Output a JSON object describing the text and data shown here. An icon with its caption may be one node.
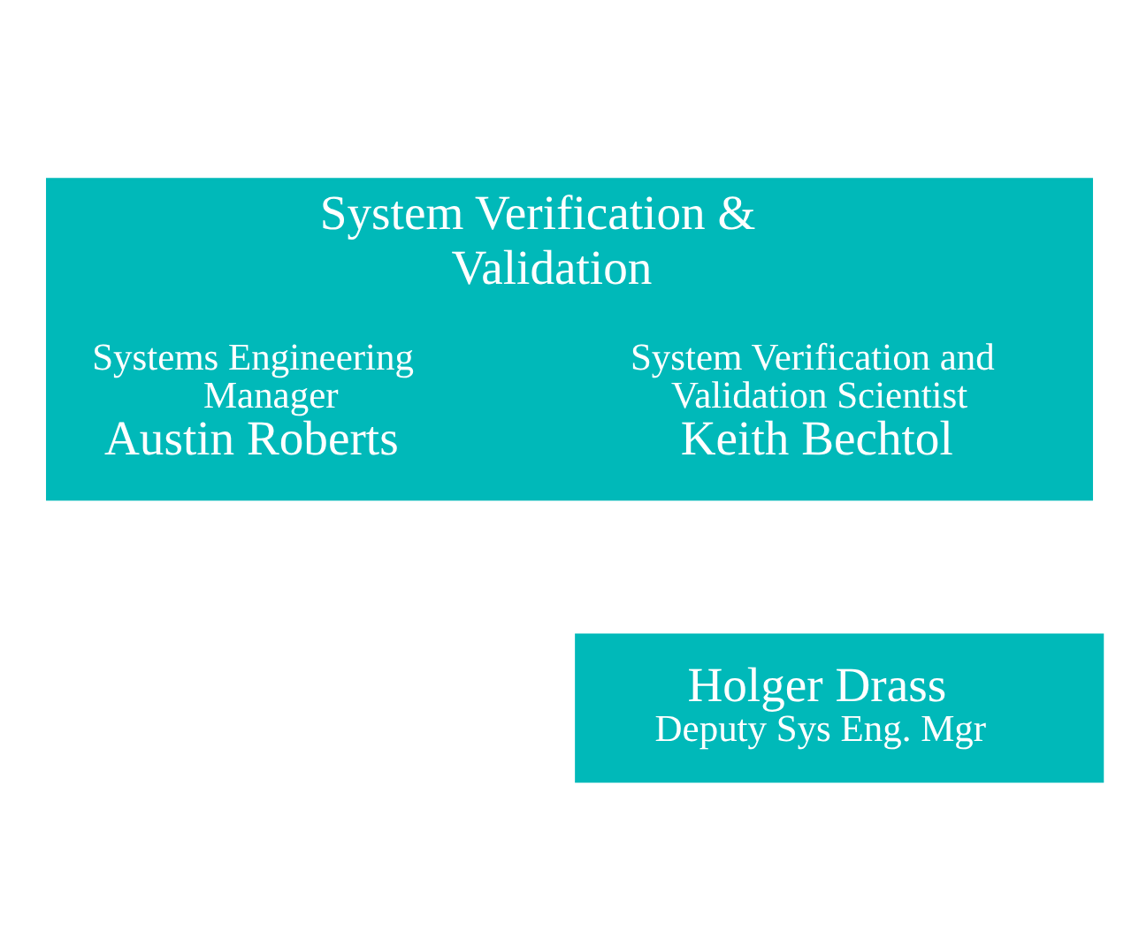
{
  "diagram": {
    "nodes": [
      {
        "text": [
          "System Verification & Validation"
        ]
      },
      {
        "text": [
          "System Verification and Validation Scientist",
          "Keith Bechtol"
        ],
        "in": 0
      },
      {
        "text": [
          "Systems Engineering Manager",
          "Austin Roberts"
        ],
        "in": 0
      },
      {
        "text": [
          "Holger Drass",
          "Deputy Sys Eng. Mgr"
        ]
      }
    ]
  }
}
